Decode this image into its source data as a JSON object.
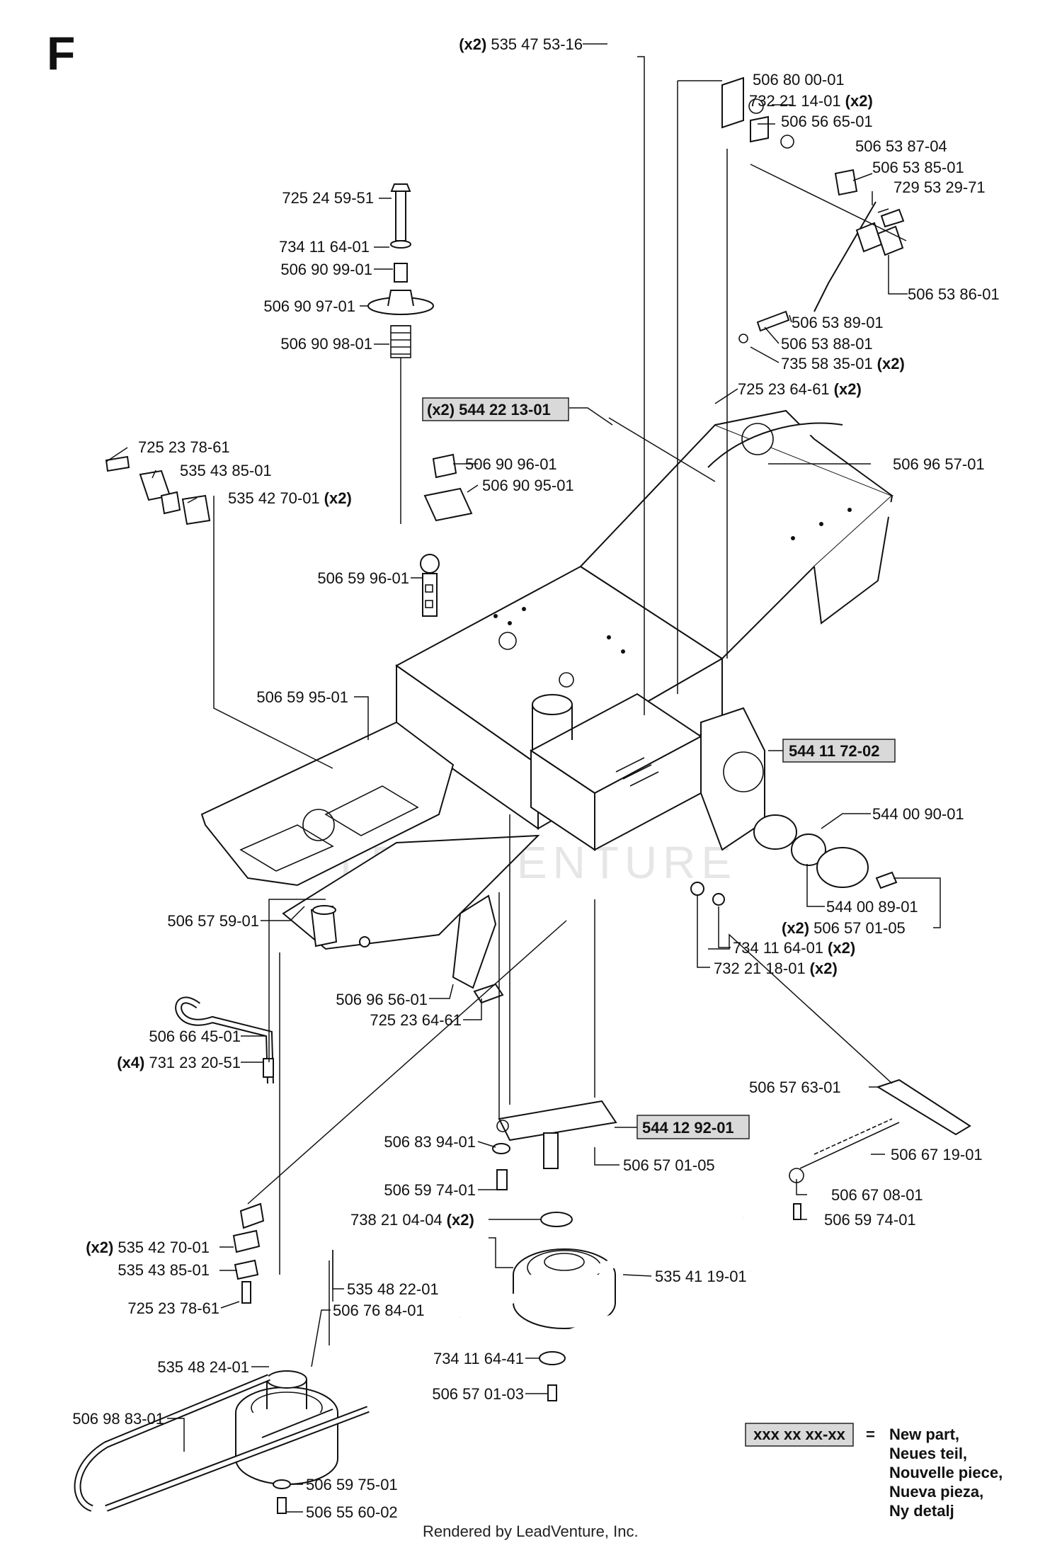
{
  "section_letter": "F",
  "footer": "Rendered by LeadVenture, Inc.",
  "watermark": "LEADVENTURE",
  "legend": {
    "code": "xxx xx xx-xx",
    "equals": "=",
    "lines": [
      "New part,",
      "Neues teil,",
      "Nouvelle piece,",
      "Nueva pieza,",
      "Ny detalj"
    ]
  },
  "callouts": [
    {
      "id": "c01",
      "text": "535 47 53-16",
      "qty": "(x2)",
      "qty_pos": "before",
      "new": false
    },
    {
      "id": "c02",
      "text": "506 80 00-01",
      "qty": "",
      "new": false
    },
    {
      "id": "c03",
      "text": "732 21 14-01",
      "qty": "(x2)",
      "qty_pos": "after",
      "new": false
    },
    {
      "id": "c04",
      "text": "506 56 65-01",
      "qty": "",
      "new": false
    },
    {
      "id": "c05",
      "text": "506 53 87-04",
      "qty": "",
      "new": false
    },
    {
      "id": "c06",
      "text": "506 53 85-01",
      "qty": "",
      "new": false
    },
    {
      "id": "c07",
      "text": "729 53 29-71",
      "qty": "",
      "new": false
    },
    {
      "id": "c08",
      "text": "725 24 59-51",
      "qty": "",
      "new": false
    },
    {
      "id": "c09",
      "text": "734 11 64-01",
      "qty": "",
      "new": false
    },
    {
      "id": "c10",
      "text": "506 90 99-01",
      "qty": "",
      "new": false
    },
    {
      "id": "c11",
      "text": "506 90 97-01",
      "qty": "",
      "new": false
    },
    {
      "id": "c12",
      "text": "506 53 86-01",
      "qty": "",
      "new": false
    },
    {
      "id": "c13",
      "text": "506 53 89-01",
      "qty": "",
      "new": false
    },
    {
      "id": "c14",
      "text": "506 90 98-01",
      "qty": "",
      "new": false
    },
    {
      "id": "c15",
      "text": "506 53 88-01",
      "qty": "",
      "new": false
    },
    {
      "id": "c16",
      "text": "735 58 35-01",
      "qty": "(x2)",
      "qty_pos": "after",
      "new": false
    },
    {
      "id": "c17",
      "text": "725 23 64-61",
      "qty": "(x2)",
      "qty_pos": "after",
      "new": false
    },
    {
      "id": "c18",
      "text": "544 22 13-01",
      "qty": "(x2)",
      "qty_pos": "before",
      "new": true
    },
    {
      "id": "c19",
      "text": "725 23 78-61",
      "qty": "",
      "new": false
    },
    {
      "id": "c20",
      "text": "506 90 96-01",
      "qty": "",
      "new": false
    },
    {
      "id": "c21",
      "text": "506 96 57-01",
      "qty": "",
      "new": false
    },
    {
      "id": "c22",
      "text": "535 43 85-01",
      "qty": "",
      "new": false
    },
    {
      "id": "c23",
      "text": "506 90 95-01",
      "qty": "",
      "new": false
    },
    {
      "id": "c24",
      "text": "535 42 70-01",
      "qty": "(x2)",
      "qty_pos": "after",
      "new": false
    },
    {
      "id": "c25",
      "text": "506 59 96-01",
      "qty": "",
      "new": false
    },
    {
      "id": "c26",
      "text": "506 59 95-01",
      "qty": "",
      "new": false
    },
    {
      "id": "c27",
      "text": "544 11 72-02",
      "qty": "",
      "new": true
    },
    {
      "id": "c28",
      "text": "544 00 90-01",
      "qty": "",
      "new": false
    },
    {
      "id": "c29",
      "text": "544 00 89-01",
      "qty": "",
      "new": false
    },
    {
      "id": "c30",
      "text": "506 57 01-05",
      "qty": "(x2)",
      "qty_pos": "before",
      "new": false
    },
    {
      "id": "c31",
      "text": "506 57 59-01",
      "qty": "",
      "new": false
    },
    {
      "id": "c32",
      "text": "734 11 64-01",
      "qty": "(x2)",
      "qty_pos": "after",
      "new": false
    },
    {
      "id": "c33",
      "text": "732 21 18-01",
      "qty": "(x2)",
      "qty_pos": "after",
      "new": false
    },
    {
      "id": "c34",
      "text": "506 96 56-01",
      "qty": "",
      "new": false
    },
    {
      "id": "c35",
      "text": "725 23 64-61",
      "qty": "",
      "new": false
    },
    {
      "id": "c36",
      "text": "506 66 45-01",
      "qty": "",
      "new": false
    },
    {
      "id": "c37",
      "text": "731 23 20-51",
      "qty": "(x4)",
      "qty_pos": "before",
      "new": false
    },
    {
      "id": "c38",
      "text": "506 57 63-01",
      "qty": "",
      "new": false
    },
    {
      "id": "c39",
      "text": "544 12 92-01",
      "qty": "",
      "new": true
    },
    {
      "id": "c40",
      "text": "506 83 94-01",
      "qty": "",
      "new": false
    },
    {
      "id": "c41",
      "text": "506 67 19-01",
      "qty": "",
      "new": false
    },
    {
      "id": "c42",
      "text": "506 57 01-05",
      "qty": "",
      "new": false
    },
    {
      "id": "c43",
      "text": "506 59 74-01",
      "qty": "",
      "new": false
    },
    {
      "id": "c44",
      "text": "506 67 08-01",
      "qty": "",
      "new": false
    },
    {
      "id": "c45",
      "text": "738 21 04-04",
      "qty": "(x2)",
      "qty_pos": "after",
      "new": false
    },
    {
      "id": "c46",
      "text": "506 59 74-01",
      "qty": "",
      "new": false
    },
    {
      "id": "c47",
      "text": "535 42 70-01",
      "qty": "(x2)",
      "qty_pos": "before",
      "new": false
    },
    {
      "id": "c48",
      "text": "535 43 85-01",
      "qty": "",
      "new": false
    },
    {
      "id": "c49",
      "text": "535 41 19-01",
      "qty": "",
      "new": false
    },
    {
      "id": "c50",
      "text": "535 48 22-01",
      "qty": "",
      "new": false
    },
    {
      "id": "c51",
      "text": "725 23 78-61",
      "qty": "",
      "new": false
    },
    {
      "id": "c52",
      "text": "506 76 84-01",
      "qty": "",
      "new": false
    },
    {
      "id": "c53",
      "text": "535 48 24-01",
      "qty": "",
      "new": false
    },
    {
      "id": "c54",
      "text": "734 11 64-41",
      "qty": "",
      "new": false
    },
    {
      "id": "c55",
      "text": "506 57 01-03",
      "qty": "",
      "new": false
    },
    {
      "id": "c56",
      "text": "506 98 83-01",
      "qty": "",
      "new": false
    },
    {
      "id": "c57",
      "text": "506 59 75-01",
      "qty": "",
      "new": false
    },
    {
      "id": "c58",
      "text": "506 55 60-02",
      "qty": "",
      "new": false
    }
  ]
}
